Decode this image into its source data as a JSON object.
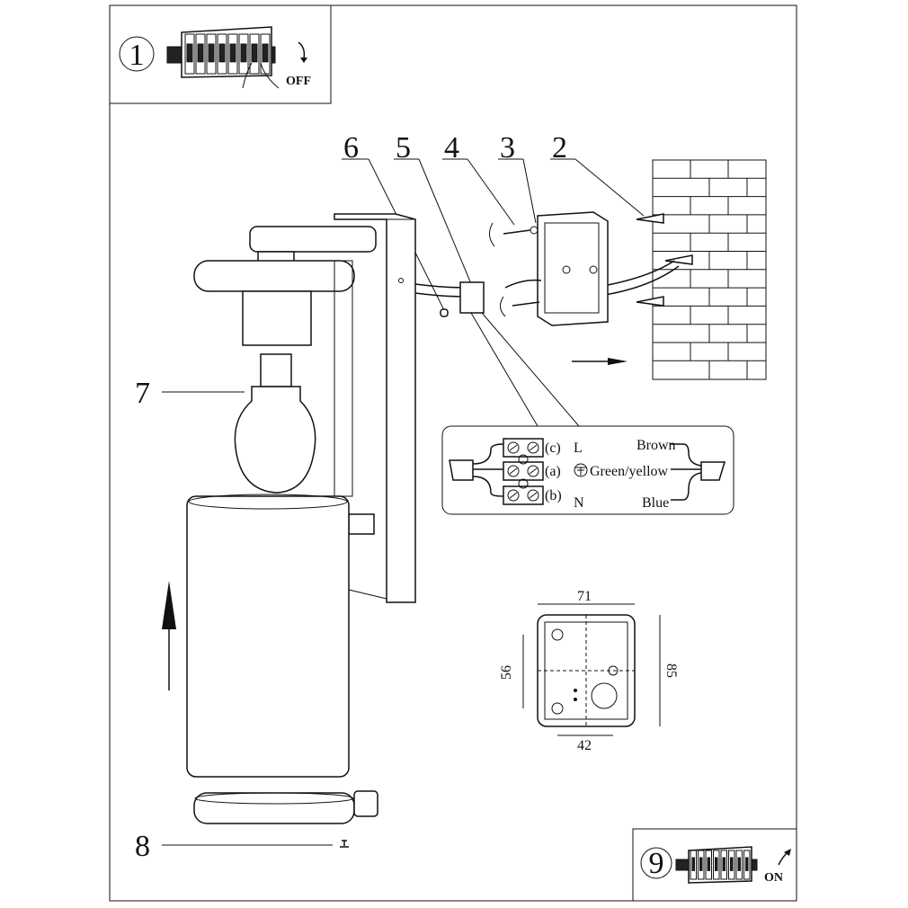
{
  "steps": {
    "step1": {
      "number": "1",
      "action": "OFF"
    },
    "step9": {
      "number": "9",
      "action": "ON"
    }
  },
  "callouts": [
    "2",
    "3",
    "4",
    "5",
    "6",
    "7",
    "8"
  ],
  "wiring": {
    "terminals": [
      "(c)",
      "(a)",
      "(b)"
    ],
    "phases": {
      "live": "L",
      "neutral": "N"
    },
    "wires": {
      "brown": "Brown",
      "green_yellow": "Green/yellow",
      "blue": "Blue"
    }
  },
  "dimensions": {
    "width": "71",
    "height": "85",
    "hole_vertical": "56",
    "hole_horizontal": "42"
  }
}
